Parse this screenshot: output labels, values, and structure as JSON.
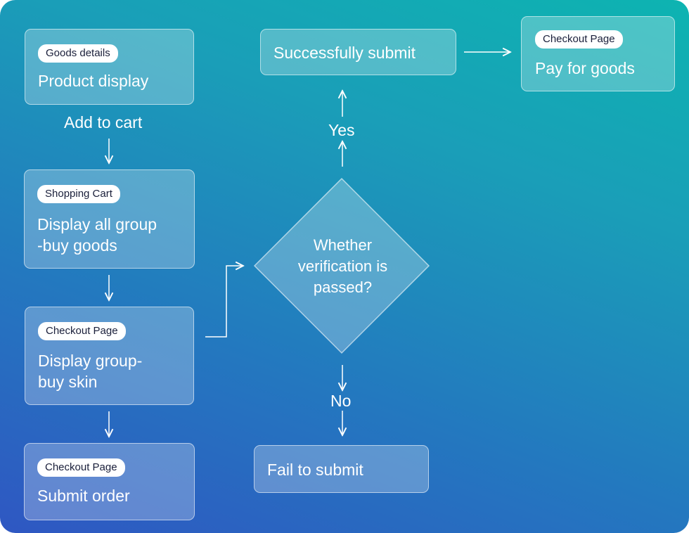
{
  "nodes": {
    "goods_details": {
      "tag": "Goods details",
      "text": "Product display"
    },
    "shopping_cart": {
      "tag": "Shopping Cart",
      "text": "Display all group\n-buy goods"
    },
    "checkout_skin": {
      "tag": "Checkout Page",
      "text": "Display group-\nbuy skin"
    },
    "submit_order": {
      "tag": "Checkout Page",
      "text": "Submit order"
    },
    "decision": {
      "text": "Whether\nverification is\npassed?"
    },
    "success": {
      "text": "Successfully submit"
    },
    "fail": {
      "text": "Fail to submit"
    },
    "pay": {
      "tag": "Checkout Page",
      "text": "Pay for goods"
    }
  },
  "edges": {
    "add_to_cart": "Add to cart",
    "yes": "Yes",
    "no": "No"
  }
}
